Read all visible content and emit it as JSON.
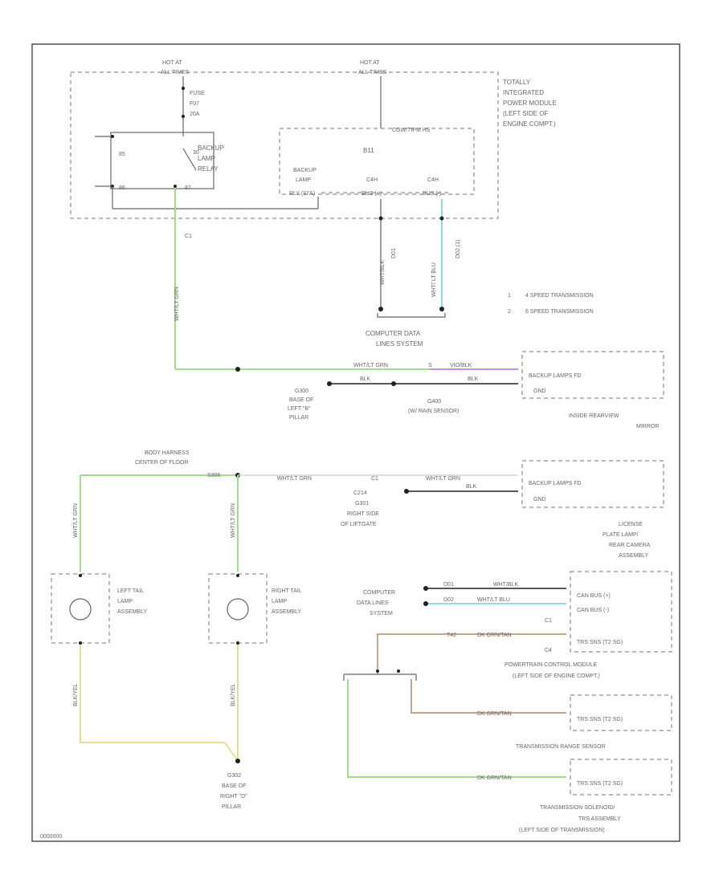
{
  "labels": {
    "hot_left": [
      "HOT AT",
      "ALL TIMES"
    ],
    "hot_right": [
      "HOT AT",
      "ALL TIMES"
    ],
    "fuse": [
      "FUSE",
      "F07",
      "20A"
    ],
    "relay": [
      "BACKUP",
      "LAMP",
      "RELAY"
    ],
    "pin_85": "85",
    "pin_86": "86",
    "pin_87": "87",
    "pin_30": "30",
    "tipm": [
      "TOTALLY",
      "INTEGRATED",
      "POWER MODULE",
      "(LEFT SIDE OF",
      "ENGINE COMPT.)"
    ],
    "cgw": "CGW/TIPM HS",
    "b11": "B11",
    "backup_out": [
      "BACKUP",
      "LAMP",
      "RLY (87A)"
    ],
    "can_hi": [
      "C4H",
      "BUS (+)"
    ],
    "can_lo": [
      "C4H",
      "BUS (-)"
    ],
    "c1": "C1",
    "wire_whtlt_grn": "WHT/LT GRN",
    "wire_wht_blk": "WHT/BLK",
    "wire_wht_ltblu": "WHT/ LT BLU",
    "wire_d01": "D01",
    "wire_d02": "D02 (1)",
    "legend_1": "4 SPEED TRANSMISSION",
    "legend_2": "6 SPEED TRANSMISSION",
    "legend_num_1": "1",
    "legend_num_2": "2",
    "cdl_sys_top": [
      "COMPUTER DATA",
      "LINES SYSTEM"
    ],
    "splice_tr": "S",
    "wire_viomag": "VIO/BLK",
    "wire_blk": "BLK",
    "wire_blk2": "BLK",
    "ground_g300": [
      "G300",
      "BASE OF",
      "LEFT \"B\"",
      "PILLAR"
    ],
    "ground_g400": [
      "G400",
      "(W/ RAIN SENSOR)"
    ],
    "mirror_pin": "BACKUP LAMPS FD",
    "mirror_gnd": "GND",
    "mirror": [
      "INSIDE REARVIEW",
      "MIRROR"
    ],
    "body_harness": [
      "BODY HARNESS",
      "CENTER OF FLOOR"
    ],
    "splice_s306": "S306",
    "wire_whtltgrn2": "WHT/LT GRN",
    "wire_whtltgrn3": "WHT/LT GRN",
    "c1_lic": "C1",
    "c214": "C214",
    "wire_blk3": "BLK",
    "ground_g301": [
      "G301",
      "RIGHT SIDE",
      "OF LIFTGATE"
    ],
    "lic_pin": "BACKUP LAMPS FD",
    "lic_gnd": "GND",
    "license": [
      "LICENSE",
      "PLATE LAMP/",
      "REAR CAMERA",
      "ASSEMBLY"
    ],
    "left_tail": [
      "LEFT TAIL",
      "LAMP",
      "ASSEMBLY"
    ],
    "right_tail": [
      "RIGHT TAIL",
      "LAMP",
      "ASSEMBLY"
    ],
    "wire_whtltgrn_l": "WHT/LT GRN",
    "wire_whtltgrn_r": "WHT/LT GRN",
    "wire_blk_l": "BLK/YEL",
    "wire_blk_r": "BLK/YEL",
    "ground_g302": [
      "G302",
      "BASE OF",
      "RIGHT \"D\"",
      "PILLAR"
    ],
    "cdl_sys_bot": [
      "COMPUTER",
      "DATA LINES",
      "SYSTEM"
    ],
    "pcm_wire1": "WHT/BLK",
    "pcm_wire2": "WHT/LT BLU",
    "pcm_d01": "D01",
    "pcm_d02": "D02",
    "pcm_pin1": "CAN BUS (+)",
    "pcm_pin2": "CAN BUS (-)",
    "pcm_c1": "C1",
    "pcm_c4": "C4",
    "pcm_pin3": "TRS SNS (T2 SG)",
    "pcm_wire3": "DK GRN/TAN",
    "pcm_t42": "T42",
    "pcm": [
      "POWERTRAIN CONTROL MODULE",
      "(LEFT SIDE OF ENGINE COMPT.)"
    ],
    "trs_wire": "DK GRN/TAN",
    "trs_pin": "TRS SNS (T2 SG)",
    "trs": "TRANSMISSION RANGE SENSOR",
    "sol_wire": "DK GRN/TAN",
    "sol_pin": "TRS SNS (T2 SG)",
    "sol": [
      "TRANSMISSION SOLENOID/",
      "TRS ASSEMBLY",
      "(LEFT SIDE OF TRANSMISSION)"
    ],
    "footer": "0000000"
  },
  "colors": {
    "wire_green": "#9ee08a",
    "wire_violet": "#b06ad8",
    "wire_lightblue": "#7fd6e6",
    "wire_tan": "#c9a58a",
    "wire_yellow": "#e6e08a",
    "wire_black": "#222222"
  }
}
